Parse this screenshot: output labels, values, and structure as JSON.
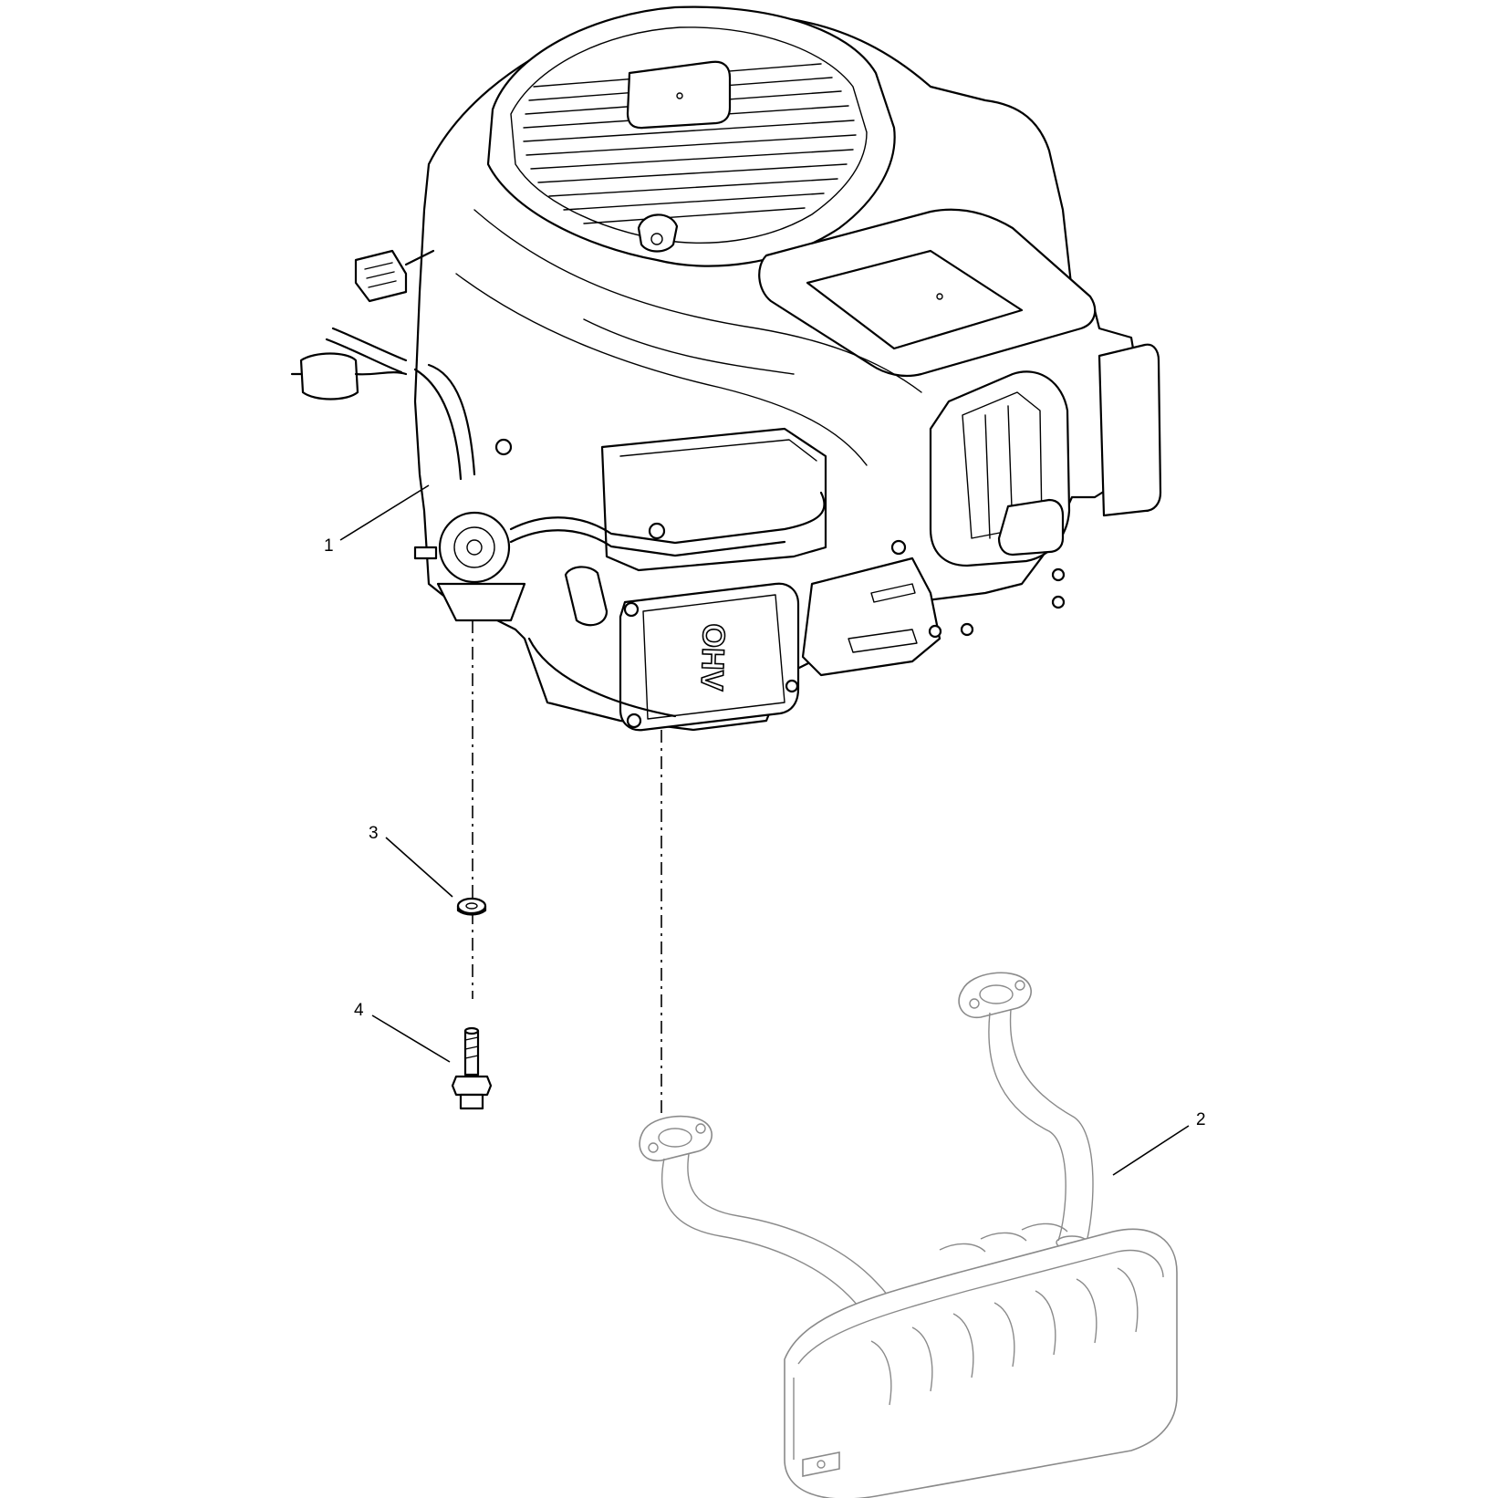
{
  "callouts": [
    {
      "id": "1",
      "label": "1"
    },
    {
      "id": "2",
      "label": "2"
    },
    {
      "id": "3",
      "label": "3"
    },
    {
      "id": "4",
      "label": "4"
    }
  ],
  "engine_valve_cover_marking": "OHV",
  "parts": {
    "1": "engine-assembly",
    "2": "muffler",
    "3": "washer",
    "4": "flange-bolt"
  }
}
